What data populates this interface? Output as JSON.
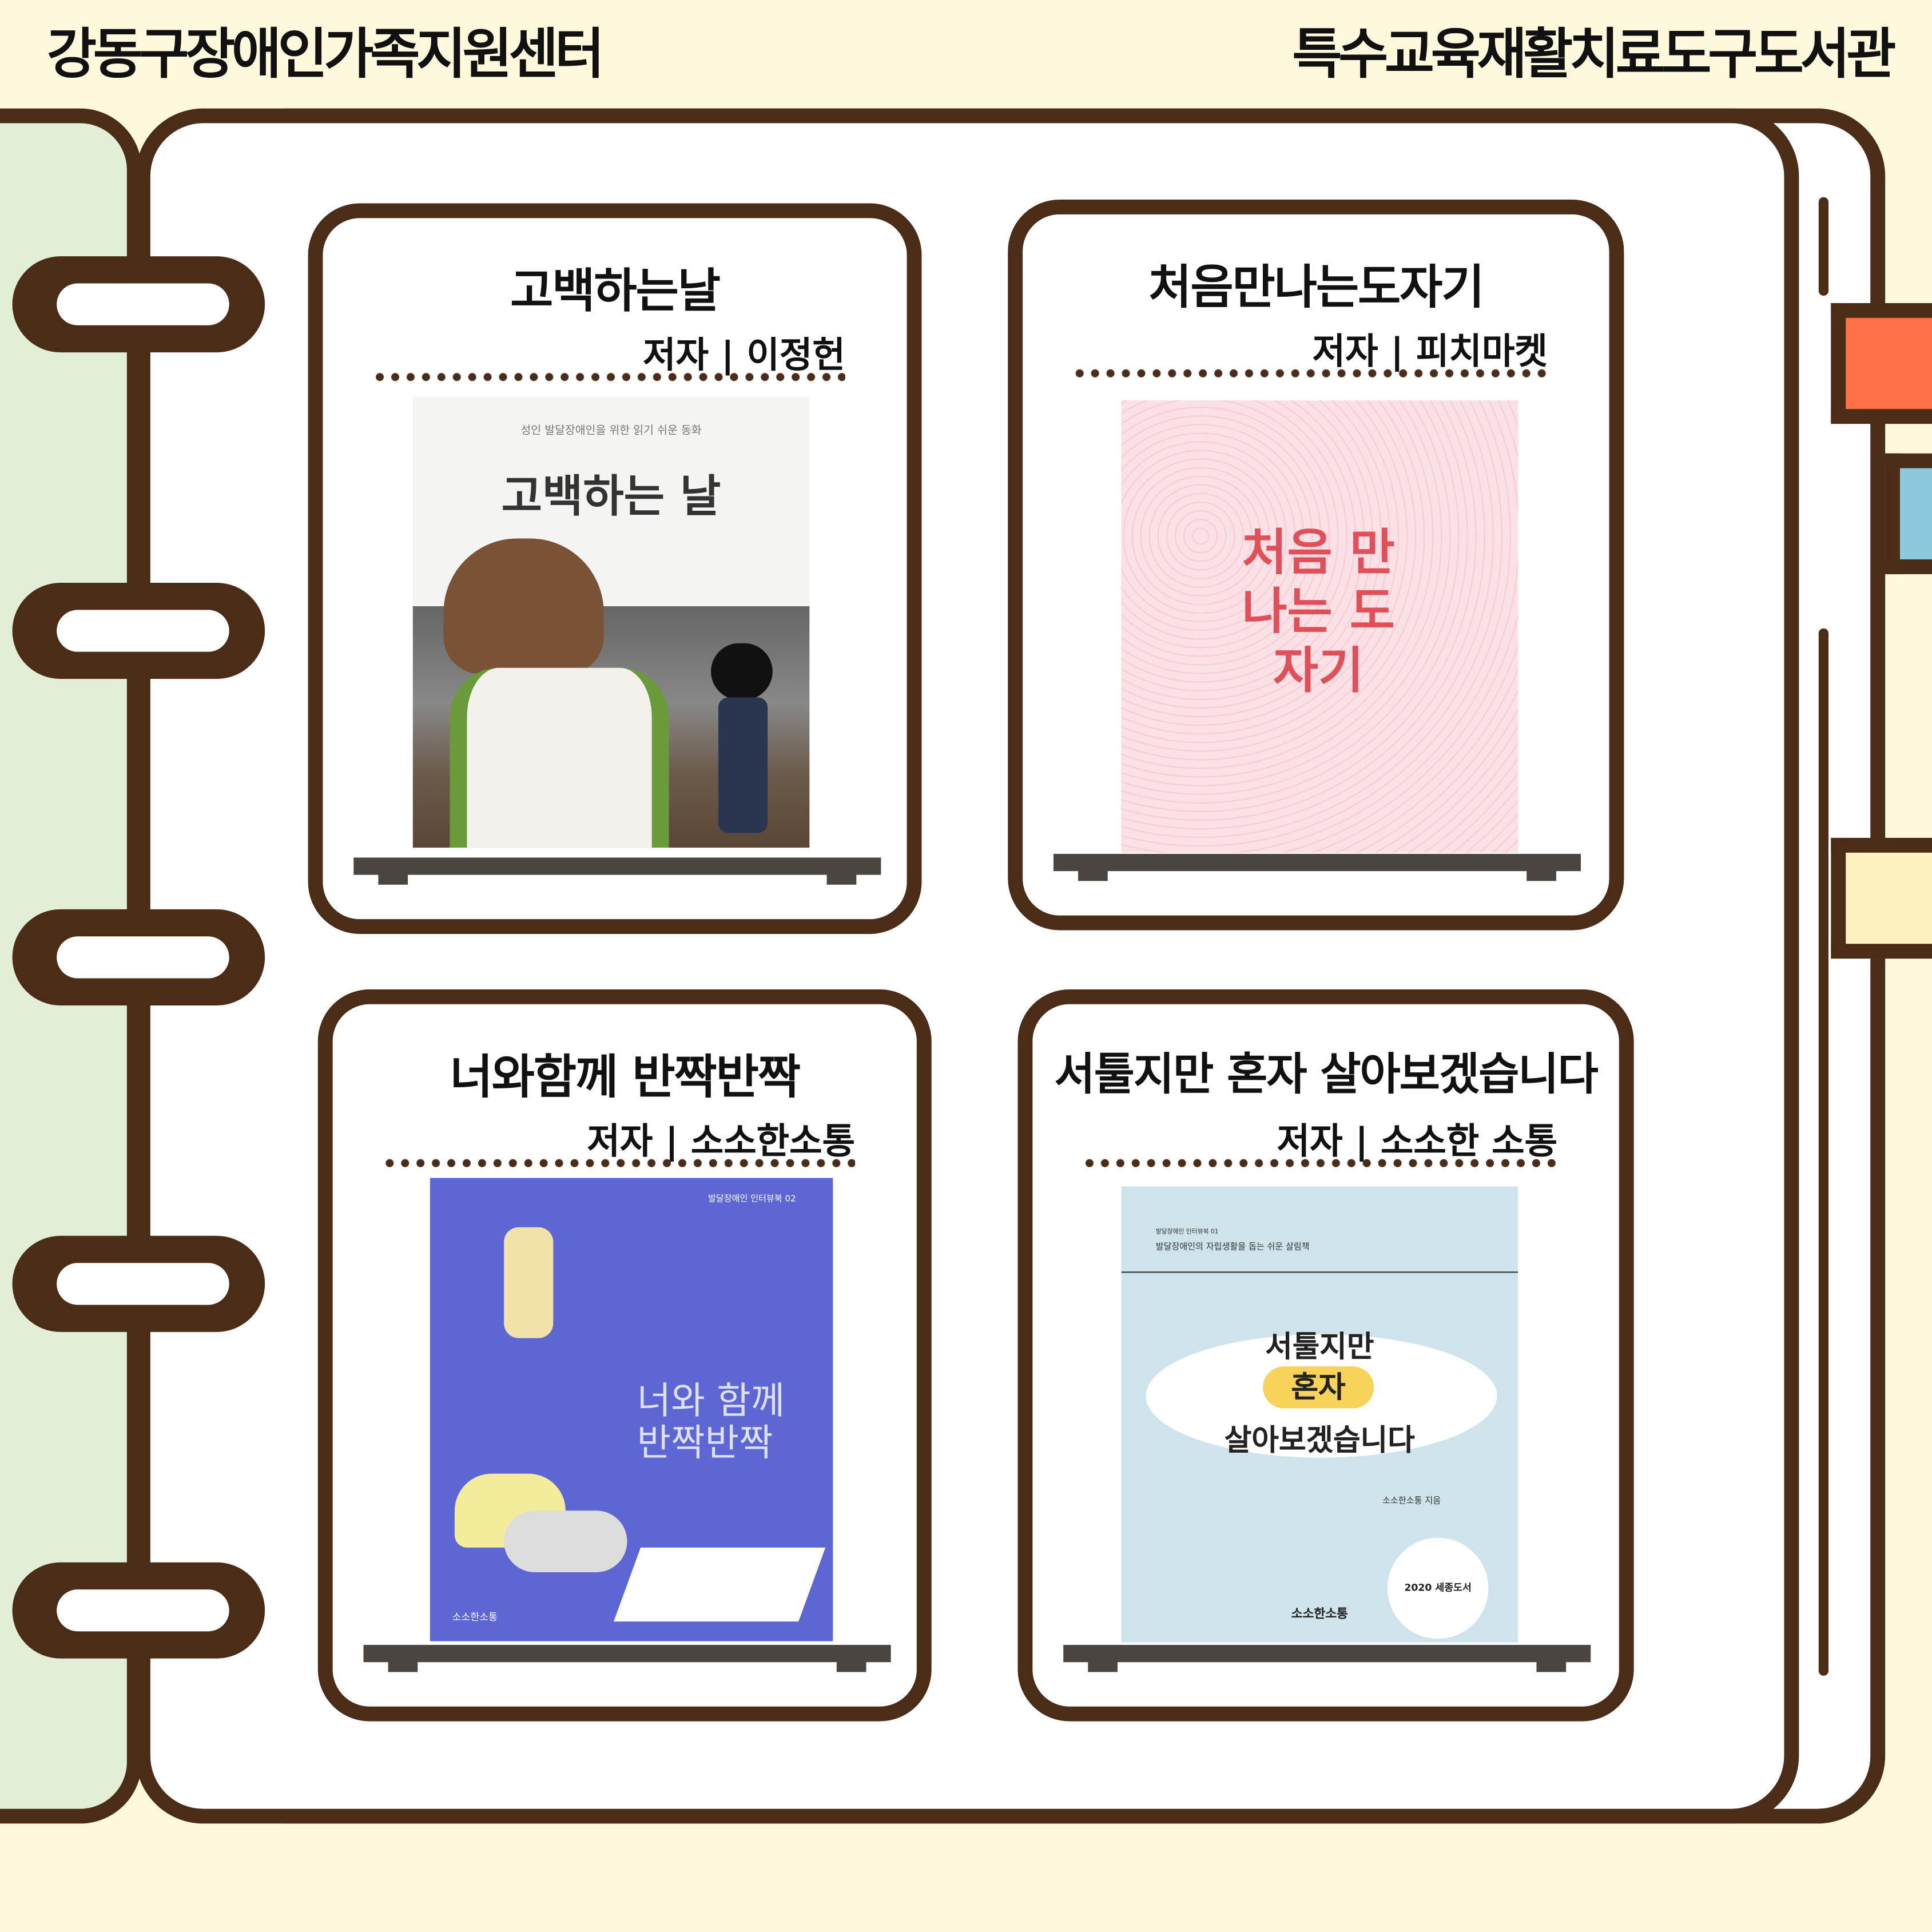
{
  "header": {
    "left": "강동구장애인가족지원센터",
    "right": "특수교육재활치료도구도서관"
  },
  "colors": {
    "brown": "#4a2c17",
    "cream": "#fef8dd",
    "green": "#e2efd6",
    "orange": "#ff7048",
    "blue": "#8ec8dc",
    "yellow": "#fdf1c0"
  },
  "books": [
    {
      "title": "고백하는날",
      "author": "저자 | 이정헌",
      "cover": {
        "subtitle": "성인 발달장애인을 위한 읽기 쉬운 동화",
        "title": "고백하는 날"
      }
    },
    {
      "title": "처음만나는도자기",
      "author": "저자 | 피치마켓",
      "cover": {
        "title": "처음 만나는 도자기"
      }
    },
    {
      "title": "너와함께 반짝반짝",
      "author": "저자 | 소소한소통",
      "cover": {
        "series": "발달장애인 인터뷰북 02",
        "title": "너와 함께 반짝반짝",
        "publisher": "소소한소통"
      }
    },
    {
      "title": "서툴지만 혼자 살아보겠습니다",
      "author": "저자 | 소소한 소통",
      "cover": {
        "series": "발달장애인 인터뷰북 01",
        "subtitle": "발달장애인의 자립생활을 돕는 쉬운 살림책",
        "line1": "서툴지만",
        "line2": "혼자",
        "line3": "살아보겠습니다",
        "author": "소소한소통 지음",
        "badge": "2020 세종도서",
        "publisher": "소소한소통"
      }
    }
  ]
}
